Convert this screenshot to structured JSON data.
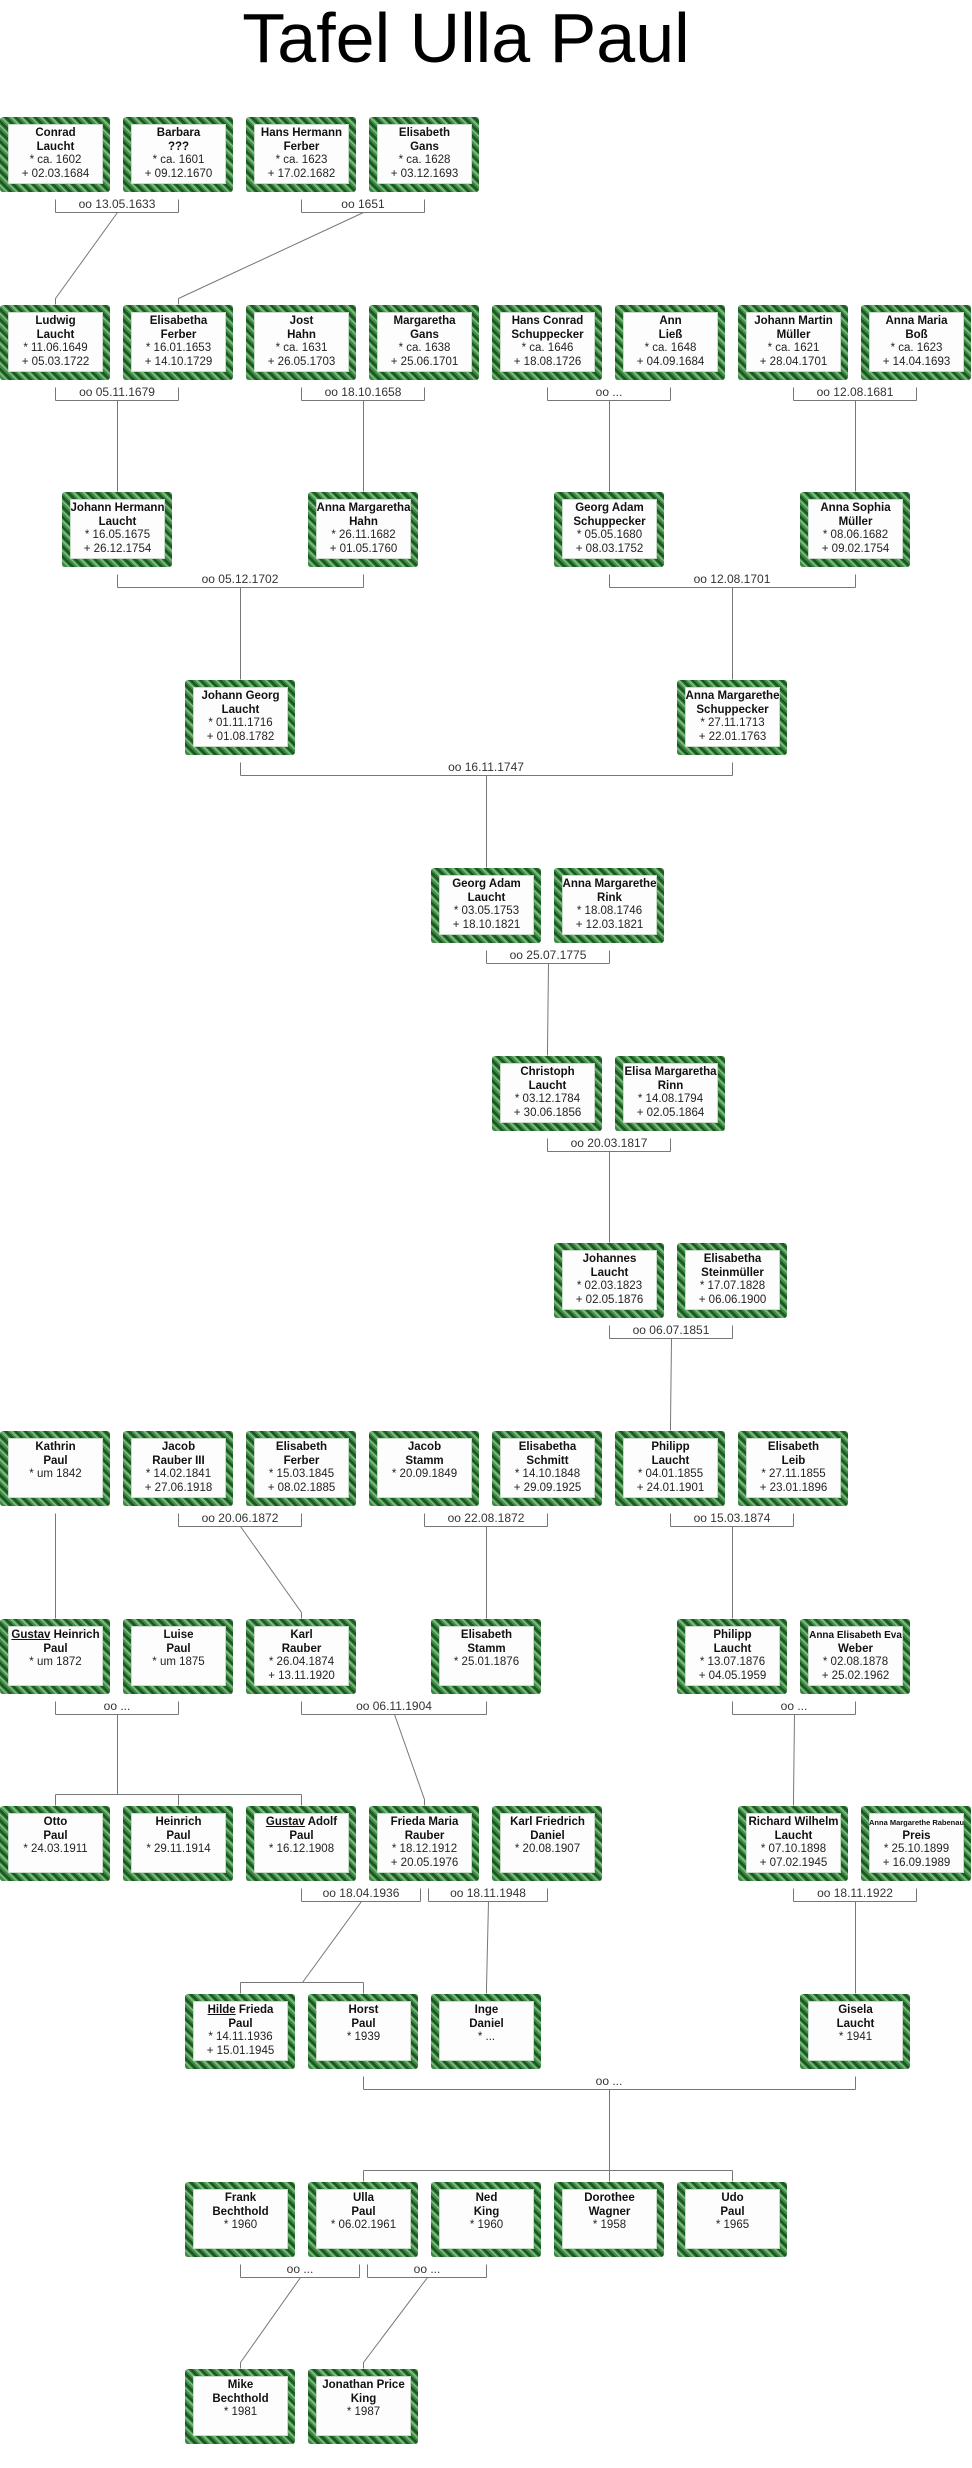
{
  "title": "Tafel Ulla Paul",
  "colors": {
    "border_dark": "#1d5522",
    "border_light": "#77bb7a",
    "connector": "#777777"
  },
  "persons": [
    {
      "given": "Conrad",
      "surname": "Laucht",
      "birth": "* ca. 1602",
      "death": "+ 02.03.1684"
    },
    {
      "given": "Barbara",
      "surname": "???",
      "birth": "* ca. 1601",
      "death": "+ 09.12.1670"
    },
    {
      "given": "Hans Hermann",
      "surname": "Ferber",
      "birth": "* ca. 1623",
      "death": "+ 17.02.1682"
    },
    {
      "given": "Elisabeth",
      "surname": "Gans",
      "birth": "* ca. 1628",
      "death": "+ 03.12.1693"
    },
    {
      "given": "Ludwig",
      "surname": "Laucht",
      "birth": "* 11.06.1649",
      "death": "+ 05.03.1722"
    },
    {
      "given": "Elisabetha",
      "surname": "Ferber",
      "birth": "* 16.01.1653",
      "death": "+ 14.10.1729"
    },
    {
      "given": "Jost",
      "surname": "Hahn",
      "birth": "* ca. 1631",
      "death": "+ 26.05.1703"
    },
    {
      "given": "Margaretha",
      "surname": "Gans",
      "birth": "* ca. 1638",
      "death": "+ 25.06.1701"
    },
    {
      "given": "Hans Conrad",
      "surname": "Schuppecker",
      "birth": "* ca. 1646",
      "death": "+ 18.08.1726"
    },
    {
      "given": "Ann",
      "surname": "Ließ",
      "birth": "* ca. 1648",
      "death": "+ 04.09.1684"
    },
    {
      "given": "Johann Martin",
      "surname": "Müller",
      "birth": "* ca. 1621",
      "death": "+ 28.04.1701"
    },
    {
      "given": "Anna Maria",
      "surname": "Boß",
      "birth": "* ca. 1623",
      "death": "+ 14.04.1693"
    },
    {
      "given": "Johann Hermann",
      "surname": "Laucht",
      "birth": "* 16.05.1675",
      "death": "+ 26.12.1754"
    },
    {
      "given": "Anna Margaretha",
      "surname": "Hahn",
      "birth": "* 26.11.1682",
      "death": "+ 01.05.1760"
    },
    {
      "given": "Georg Adam",
      "surname": "Schuppecker",
      "birth": "* 05.05.1680",
      "death": "+ 08.03.1752"
    },
    {
      "given": "Anna Sophia",
      "surname": "Müller",
      "birth": "* 08.06.1682",
      "death": "+ 09.02.1754"
    },
    {
      "given": "Johann Georg",
      "surname": "Laucht",
      "birth": "* 01.11.1716",
      "death": "+ 01.08.1782"
    },
    {
      "given": "Anna Margarethe",
      "surname": "Schuppecker",
      "birth": "* 27.11.1713",
      "death": "+ 22.01.1763"
    },
    {
      "given": "Georg Adam",
      "surname": "Laucht",
      "birth": "* 03.05.1753",
      "death": "+ 18.10.1821"
    },
    {
      "given": "Anna Margarethe",
      "surname": "Rink",
      "birth": "* 18.08.1746",
      "death": "+ 12.03.1821"
    },
    {
      "given": "Christoph",
      "surname": "Laucht",
      "birth": "* 03.12.1784",
      "death": "+ 30.06.1856"
    },
    {
      "given": "Elisa Margaretha",
      "surname": "Rinn",
      "birth": "* 14.08.1794",
      "death": "+ 02.05.1864"
    },
    {
      "given": "Johannes",
      "surname": "Laucht",
      "birth": "* 02.03.1823",
      "death": "+ 02.05.1876"
    },
    {
      "given": "Elisabetha",
      "surname": "Steinmüller",
      "birth": "* 17.07.1828",
      "death": "+ 06.06.1900"
    },
    {
      "given": "Kathrin",
      "surname": "Paul",
      "birth": "* um 1842"
    },
    {
      "given": "Jacob",
      "surname": "Rauber III",
      "birth": "* 14.02.1841",
      "death": "+ 27.06.1918"
    },
    {
      "given": "Elisabeth",
      "surname": "Ferber",
      "birth": "* 15.03.1845",
      "death": "+ 08.02.1885"
    },
    {
      "given": "Jacob",
      "surname": "Stamm",
      "birth": "* 20.09.1849"
    },
    {
      "given": "Elisabetha",
      "surname": "Schmitt",
      "birth": "* 14.10.1848",
      "death": "+ 29.09.1925"
    },
    {
      "given": "Philipp",
      "surname": "Laucht",
      "birth": "* 04.01.1855",
      "death": "+ 24.01.1901"
    },
    {
      "given": "Elisabeth",
      "surname": "Leib",
      "birth": "* 27.11.1855",
      "death": "+ 23.01.1896"
    },
    {
      "given_underlined": "Gustav",
      "given": " Heinrich",
      "surname": "Paul",
      "birth": "* um 1872"
    },
    {
      "given": "Luise",
      "surname": "Paul",
      "birth": "* um 1875"
    },
    {
      "given": "Karl",
      "surname": "Rauber",
      "birth": "* 26.04.1874",
      "death": "+ 13.11.1920"
    },
    {
      "given": "Elisabeth",
      "surname": "Stamm",
      "birth": "* 25.01.1876"
    },
    {
      "given": "Philipp",
      "surname": "Laucht",
      "birth": "* 13.07.1876",
      "death": "+ 04.05.1959"
    },
    {
      "given": "Anna Elisabeth Eva",
      "surname": "Weber",
      "birth": "* 02.08.1878",
      "death": "+ 25.02.1962"
    },
    {
      "given": "Otto",
      "surname": "Paul",
      "birth": "* 24.03.1911"
    },
    {
      "given": "Heinrich",
      "surname": "Paul",
      "birth": "* 29.11.1914"
    },
    {
      "given_underlined": "Gustav",
      "given": " Adolf",
      "surname": "Paul",
      "birth": "* 16.12.1908"
    },
    {
      "given": "Frieda Maria",
      "surname": "Rauber",
      "birth": "* 18.12.1912",
      "death": "+ 20.05.1976"
    },
    {
      "given": "Karl Friedrich",
      "surname": "Daniel",
      "birth": "* 20.08.1907"
    },
    {
      "given": "Richard Wilhelm",
      "surname": "Laucht",
      "birth": "* 07.10.1898",
      "death": "+ 07.02.1945"
    },
    {
      "given": "Anna Margarethe Rabenau",
      "surname": "Preis",
      "birth": "* 25.10.1899",
      "death": "+ 16.09.1989"
    },
    {
      "given_underlined": "Hilde",
      "given": " Frieda",
      "surname": "Paul",
      "birth": "* 14.11.1936",
      "death": "+ 15.01.1945"
    },
    {
      "given": "Horst",
      "surname": "Paul",
      "birth": "* 1939"
    },
    {
      "given": "Inge",
      "surname": "Daniel",
      "birth": "* ..."
    },
    {
      "given": "Gisela",
      "surname": "Laucht",
      "birth": "* 1941"
    },
    {
      "given": "Frank",
      "surname": "Bechthold",
      "birth": "* 1960"
    },
    {
      "given": "Ulla",
      "surname": "Paul",
      "birth": "* 06.02.1961"
    },
    {
      "given": "Ned",
      "surname": "King",
      "birth": "* 1960"
    },
    {
      "given": "Dorothee",
      "surname": "Wagner",
      "birth": "* 1958"
    },
    {
      "given": "Udo",
      "surname": "Paul",
      "birth": "* 1965"
    },
    {
      "given": "Mike",
      "surname": "Bechthold",
      "birth": "* 1981"
    },
    {
      "given": "Jonathan Price",
      "surname": "King",
      "birth": "* 1987"
    }
  ],
  "marriages": [
    {
      "label": "oo 13.05.1633"
    },
    {
      "label": "oo 1651"
    },
    {
      "label": "oo 05.11.1679"
    },
    {
      "label": "oo 18.10.1658"
    },
    {
      "label": "oo ..."
    },
    {
      "label": "oo 12.08.1681"
    },
    {
      "label": "oo 05.12.1702"
    },
    {
      "label": "oo 12.08.1701"
    },
    {
      "label": "oo 16.11.1747"
    },
    {
      "label": "oo 25.07.1775"
    },
    {
      "label": "oo 20.03.1817"
    },
    {
      "label": "oo 06.07.1851"
    },
    {
      "label": "oo 20.06.1872"
    },
    {
      "label": "oo 22.08.1872"
    },
    {
      "label": "oo 15.03.1874"
    },
    {
      "label": "oo ..."
    },
    {
      "label": "oo 06.11.1904"
    },
    {
      "label": "oo ..."
    },
    {
      "label": "oo 18.04.1936"
    },
    {
      "label": "oo 18.11.1948"
    },
    {
      "label": "oo 18.11.1922"
    },
    {
      "label": "oo ..."
    },
    {
      "label": "oo ..."
    },
    {
      "label": "oo ..."
    }
  ]
}
